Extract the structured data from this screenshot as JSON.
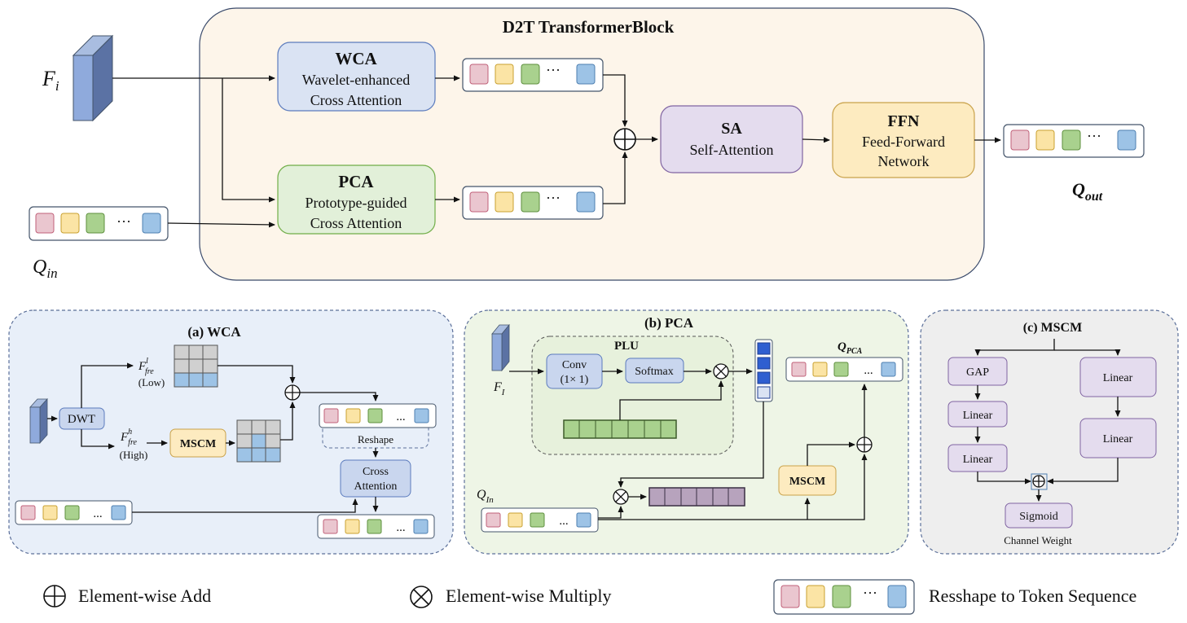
{
  "main": {
    "title": "D2T TransformerBlock",
    "input_feature": {
      "base": "F",
      "sub": "i"
    },
    "input_query": {
      "base": "Q",
      "sub": "in"
    },
    "output_query": {
      "base": "Q",
      "sub": "out"
    },
    "wca": {
      "name": "WCA",
      "line1": "Wavelet-enhanced",
      "line2": "Cross Attention"
    },
    "pca": {
      "name": "PCA",
      "line1": "Prototype-guided",
      "line2": "Cross Attention"
    },
    "sa": {
      "name": "SA",
      "line1": "Self-Attention"
    },
    "ffn": {
      "name": "FFN",
      "line1": "Feed-Forward",
      "line2": "Network"
    },
    "ellipsis": "···"
  },
  "panel_a": {
    "title": "(a) WCA",
    "dwt": "DWT",
    "f_low": {
      "base": "F",
      "sub": "fre",
      "sup": "l"
    },
    "f_high": {
      "base": "F",
      "sub": "fre",
      "sup": "h"
    },
    "low": "(Low)",
    "high": "(High)",
    "mscm": "MSCM",
    "reshape": "Reshape",
    "cross1": "Cross",
    "cross2": "Attention",
    "ellipsis": "..."
  },
  "panel_b": {
    "title": "(b) PCA",
    "plu": "PLU",
    "conv1": "Conv",
    "conv2": "(1× 1)",
    "softmax": "Softmax",
    "f_in": {
      "base": "F",
      "sub": "I"
    },
    "q_in": {
      "base": "Q",
      "sub": "In"
    },
    "q_pca": {
      "base": "Q",
      "sub": "PCA"
    },
    "mscm": "MSCM",
    "ellipsis": "..."
  },
  "panel_c": {
    "title": "(c) MSCM",
    "gap": "GAP",
    "linear": "Linear",
    "sigmoid": "Sigmoid",
    "caption": "Channel Weight"
  },
  "legend": {
    "add": "Element-wise Add",
    "multiply": "Element-wise Multiply",
    "reshape": "Resshape to Token Sequence",
    "ellipsis": "···"
  },
  "colors": {
    "token_pink": "#eac6cf",
    "token_yellow": "#fbe4a5",
    "token_green": "#a9d18e",
    "token_blue": "#9dc3e6",
    "block_bg": "#fdf5ea",
    "wca_fill": "#dae3f3",
    "pca_fill": "#e2f0d9",
    "sa_fill": "#e4dcee",
    "ffn_fill": "#fdebc0",
    "panel_a_bg": "#e8eff9",
    "panel_b_bg": "#eef5e6",
    "panel_c_bg": "#eeeeee"
  }
}
